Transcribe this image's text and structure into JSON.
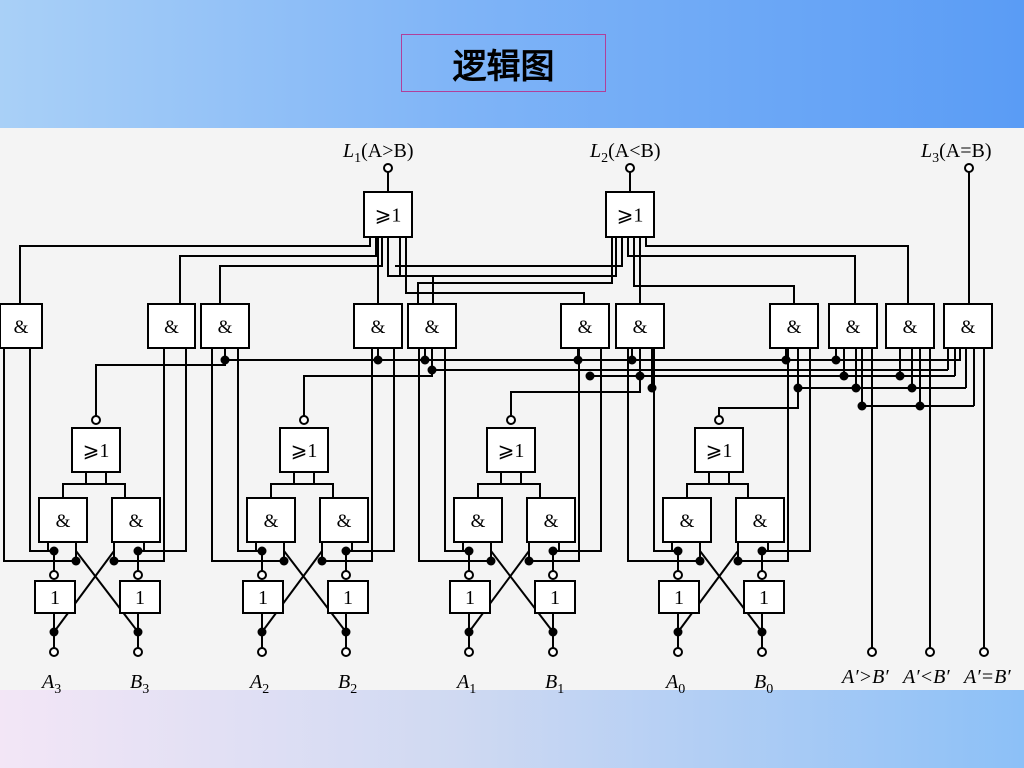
{
  "title": "逻辑图",
  "gates": {
    "and_symbol": "&",
    "or_symbol": "⩾1",
    "not_symbol": "1"
  },
  "outputs": [
    {
      "name": "L",
      "sub": "1",
      "rel": "(A>B)"
    },
    {
      "name": "L",
      "sub": "2",
      "rel": "(A<B)"
    },
    {
      "name": "L",
      "sub": "3",
      "rel": "(A=B)"
    }
  ],
  "inputs": [
    {
      "name": "A",
      "sub": "3"
    },
    {
      "name": "B",
      "sub": "3"
    },
    {
      "name": "A",
      "sub": "2"
    },
    {
      "name": "B",
      "sub": "2"
    },
    {
      "name": "A",
      "sub": "1"
    },
    {
      "name": "B",
      "sub": "1"
    },
    {
      "name": "A",
      "sub": "0"
    },
    {
      "name": "B",
      "sub": "0"
    }
  ],
  "cascade_inputs": [
    "A′>B′",
    "A′<B′",
    "A′=B′"
  ]
}
